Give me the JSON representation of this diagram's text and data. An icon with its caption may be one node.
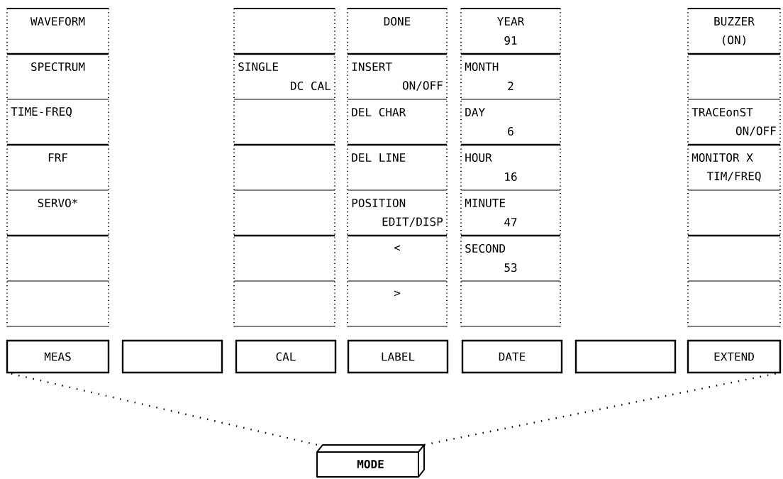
{
  "diagram": {
    "nodes": [
      {
        "text": [],
        "shape": "box"
      },
      {
        "text": [
          "WAVEFORM"
        ],
        "in": 0
      },
      {
        "text": [
          "SPECTRUM"
        ],
        "in": 0
      },
      {
        "text": [
          "TIME-FREQ"
        ],
        "in": 0
      },
      {
        "text": [
          "FRF"
        ],
        "in": 0
      },
      {
        "text": [
          "SERVO*"
        ],
        "in": 0
      },
      {
        "text": [],
        "shape": "box",
        "in": 0
      },
      {
        "text": [],
        "shape": "box",
        "in": 0
      },
      {
        "text": [],
        "shape": "box"
      },
      {
        "text": [],
        "shape": "box",
        "in": 8
      },
      {
        "text": [
          "SINGLE",
          "DC CAL"
        ],
        "in": 8
      },
      {
        "text": [],
        "shape": "box",
        "in": 8
      },
      {
        "text": [],
        "shape": "box",
        "in": 8
      },
      {
        "text": [],
        "shape": "box",
        "in": 8
      },
      {
        "text": [],
        "shape": "box",
        "in": 8
      },
      {
        "text": [],
        "shape": "box",
        "in": 8
      },
      {
        "text": [],
        "shape": "box"
      },
      {
        "text": [
          "DONE"
        ],
        "in": 16
      },
      {
        "text": [
          "INSERT",
          "ON/OFF"
        ],
        "in": 16
      },
      {
        "text": [
          "DEL CHAR"
        ],
        "in": 16
      },
      {
        "text": [
          "DEL LINE"
        ],
        "in": 16
      },
      {
        "text": [
          "POSITION",
          "EDIT/DISP"
        ],
        "in": 16
      },
      {
        "text": [
          "<"
        ],
        "in": 16
      },
      {
        "text": [
          ">"
        ],
        "in": 16
      },
      {
        "text": [],
        "shape": "box"
      },
      {
        "text": [
          "YEAR",
          "91"
        ],
        "in": 24
      },
      {
        "text": [
          "MONTH",
          "2"
        ],
        "in": 24
      },
      {
        "text": [
          "DAY",
          "6"
        ],
        "in": 24
      },
      {
        "text": [
          "HOUR",
          "16"
        ],
        "in": 24
      },
      {
        "text": [
          "MINUTE",
          "47"
        ],
        "in": 24
      },
      {
        "text": [
          "SECOND",
          "53"
        ],
        "in": 24
      },
      {
        "text": [],
        "shape": "box",
        "in": 24
      },
      {
        "text": [],
        "shape": "box"
      },
      {
        "text": [
          "BUZZER",
          "(ON)"
        ],
        "in": 32
      },
      {
        "text": [],
        "shape": "box",
        "in": 32
      },
      {
        "text": [
          "TRACEonST",
          "ON/OFF"
        ],
        "in": 32
      },
      {
        "text": [
          "MONITOR X",
          "TIM/FREQ"
        ],
        "in": 32
      },
      {
        "text": [],
        "shape": "box",
        "in": 32
      },
      {
        "text": [],
        "shape": "box",
        "in": 32
      },
      {
        "text": [],
        "shape": "box",
        "in": 32
      },
      {
        "text": [
          "MEAS"
        ]
      },
      {
        "text": [],
        "shape": "box"
      },
      {
        "text": [
          "CAL"
        ]
      },
      {
        "text": [
          "LABEL"
        ]
      },
      {
        "text": [
          "DATE"
        ]
      },
      {
        "text": [],
        "shape": "box"
      },
      {
        "text": [
          "EXTEND"
        ]
      },
      {
        "text": [
          "MODE"
        ]
      }
    ],
    "edges": [
      {
        "from": 47,
        "to": 40,
        "arrow": "none"
      },
      {
        "from": 47,
        "to": 46,
        "arrow": "none"
      }
    ]
  }
}
